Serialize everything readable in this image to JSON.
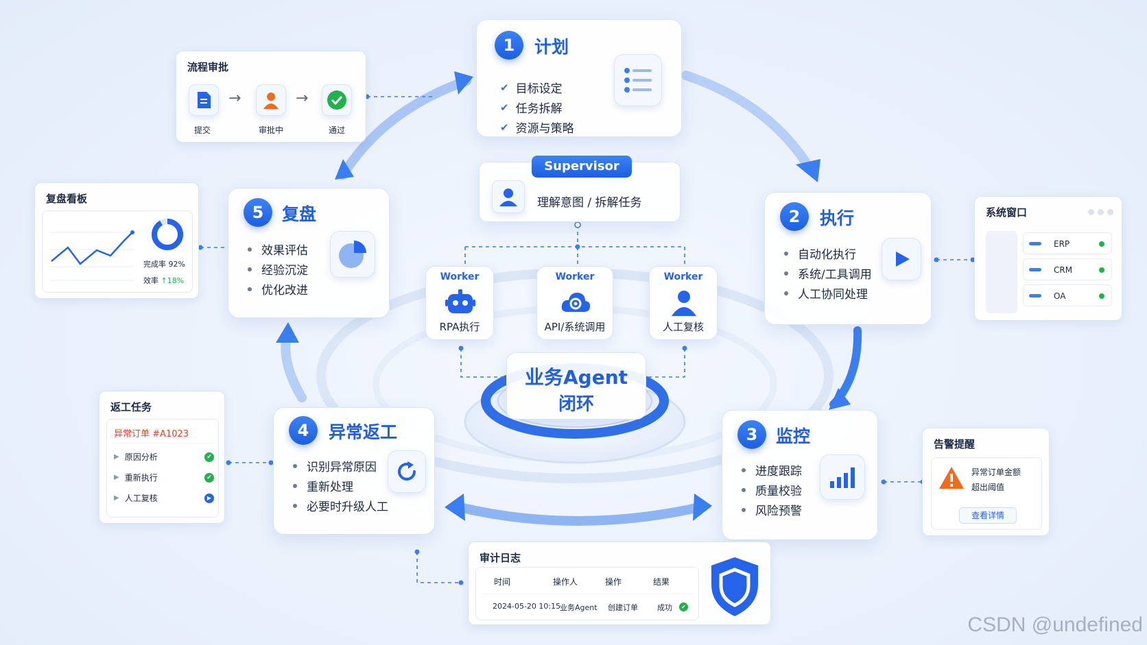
{
  "supervisor": {
    "badge": "Supervisor",
    "text": "理解意图 / 拆解任务"
  },
  "center": {
    "line1": "业务Agent",
    "line2": "闭环"
  },
  "workers": [
    {
      "label": "Worker",
      "name": "RPA执行"
    },
    {
      "label": "Worker",
      "name": "API/系统调用"
    },
    {
      "label": "Worker",
      "name": "人工复核"
    }
  ],
  "stages": {
    "plan": {
      "num": "1",
      "title": "计划",
      "items": [
        "目标设定",
        "任务拆解",
        "资源与策略"
      ]
    },
    "execute": {
      "num": "2",
      "title": "执行",
      "items": [
        "自动化执行",
        "系统/工具调用",
        "人工协同处理"
      ]
    },
    "monitor": {
      "num": "3",
      "title": "监控",
      "items": [
        "进度跟踪",
        "质量校验",
        "风险预警"
      ]
    },
    "rework": {
      "num": "4",
      "title": "异常返工",
      "items": [
        "识别异常原因",
        "重新处理",
        "必要时升级人工"
      ]
    },
    "review": {
      "num": "5",
      "title": "复盘",
      "items": [
        "效果评估",
        "经验沉淀",
        "优化改进"
      ]
    }
  },
  "approval": {
    "title": "流程审批",
    "steps": [
      "提交",
      "审批中",
      "通过"
    ]
  },
  "dashboard": {
    "title": "复盘看板",
    "completion": "完成率 92%",
    "efficiency_label": "效率",
    "efficiency_value": "↑18%",
    "completion_rate": 0.92
  },
  "system_window": {
    "title": "系统窗口",
    "systems": [
      "ERP",
      "CRM",
      "OA"
    ]
  },
  "rework_tasks": {
    "title": "返工任务",
    "order": "异常订单 #A1023",
    "items": [
      "原因分析",
      "重新执行",
      "人工复核"
    ]
  },
  "alert": {
    "title": "告警提醒",
    "line1": "异常订单金额",
    "line2": "超出阈值",
    "button": "查看详情"
  },
  "audit": {
    "title": "审计日志",
    "headers": [
      "时间",
      "操作人",
      "操作",
      "结果"
    ],
    "row": [
      "2024-05-20 10:15",
      "业务Agent",
      "创建订单",
      "成功"
    ]
  },
  "watermark": "CSDN @undefined",
  "colors": {
    "accent": "#1f5fe0",
    "success": "#22b14c",
    "alert": "#f26a1b",
    "danger": "#e0452b"
  }
}
